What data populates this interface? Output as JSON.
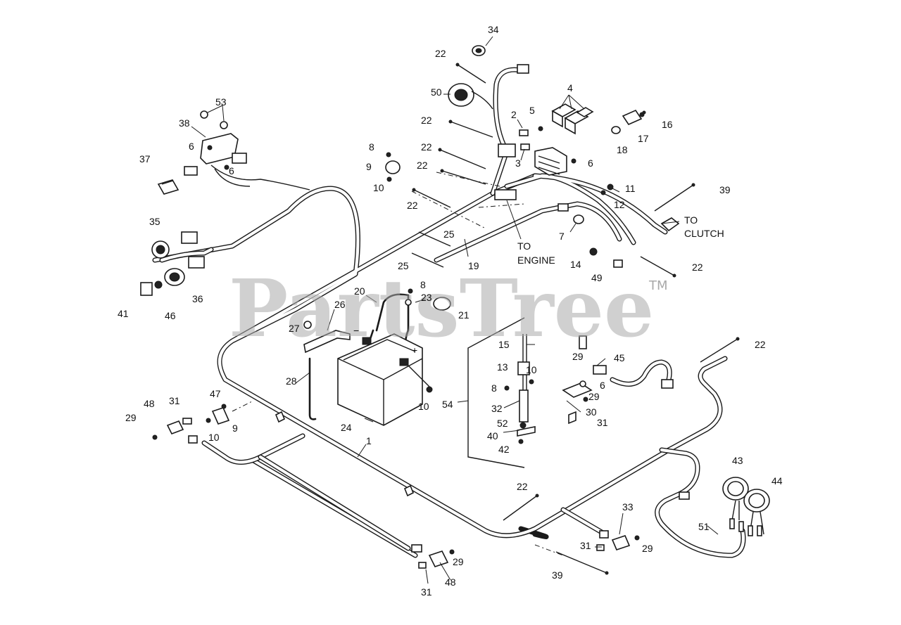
{
  "watermark": {
    "text": "PartsTree",
    "trademark": "TM"
  },
  "notes": {
    "to_clutch": [
      "TO",
      "CLUTCH"
    ],
    "to_engine": [
      "TO",
      "ENGINE"
    ],
    "minus": "−",
    "plus": "+"
  },
  "callouts": [
    {
      "id": "c34a",
      "text": "34"
    },
    {
      "id": "c22a",
      "text": "22"
    },
    {
      "id": "c50",
      "text": "50"
    },
    {
      "id": "c4",
      "text": "4"
    },
    {
      "id": "c5",
      "text": "5"
    },
    {
      "id": "c2",
      "text": "2"
    },
    {
      "id": "c22b",
      "text": "22"
    },
    {
      "id": "c16",
      "text": "16"
    },
    {
      "id": "c17",
      "text": "17"
    },
    {
      "id": "c18",
      "text": "18"
    },
    {
      "id": "c53",
      "text": "53"
    },
    {
      "id": "c38",
      "text": "38"
    },
    {
      "id": "c6a",
      "text": "6"
    },
    {
      "id": "c6b",
      "text": "6"
    },
    {
      "id": "c37",
      "text": "37"
    },
    {
      "id": "c8a",
      "text": "8"
    },
    {
      "id": "c22c",
      "text": "22"
    },
    {
      "id": "c9a",
      "text": "9"
    },
    {
      "id": "c22d",
      "text": "22"
    },
    {
      "id": "c3",
      "text": "3"
    },
    {
      "id": "c6c",
      "text": "6"
    },
    {
      "id": "c10a",
      "text": "10"
    },
    {
      "id": "c11",
      "text": "11"
    },
    {
      "id": "c39a",
      "text": "39"
    },
    {
      "id": "c22e",
      "text": "22"
    },
    {
      "id": "c12",
      "text": "12"
    },
    {
      "id": "c35",
      "text": "35"
    },
    {
      "id": "c25a",
      "text": "25"
    },
    {
      "id": "c7",
      "text": "7"
    },
    {
      "id": "c25b",
      "text": "25"
    },
    {
      "id": "c19",
      "text": "19"
    },
    {
      "id": "c14",
      "text": "14"
    },
    {
      "id": "c22f",
      "text": "22"
    },
    {
      "id": "c49",
      "text": "49"
    },
    {
      "id": "c36",
      "text": "36"
    },
    {
      "id": "c41",
      "text": "41"
    },
    {
      "id": "c46",
      "text": "46"
    },
    {
      "id": "c20",
      "text": "20"
    },
    {
      "id": "c8b",
      "text": "8"
    },
    {
      "id": "c23",
      "text": "23"
    },
    {
      "id": "c26",
      "text": "26"
    },
    {
      "id": "c21",
      "text": "21"
    },
    {
      "id": "c27",
      "text": "27"
    },
    {
      "id": "c22g",
      "text": "22"
    },
    {
      "id": "c15",
      "text": "15"
    },
    {
      "id": "c29a",
      "text": "29"
    },
    {
      "id": "c45",
      "text": "45"
    },
    {
      "id": "c13",
      "text": "13"
    },
    {
      "id": "c10b",
      "text": "10"
    },
    {
      "id": "c6d",
      "text": "6"
    },
    {
      "id": "c28",
      "text": "28"
    },
    {
      "id": "c8c",
      "text": "8"
    },
    {
      "id": "c29b",
      "text": "29"
    },
    {
      "id": "c47",
      "text": "47"
    },
    {
      "id": "c10c",
      "text": "10"
    },
    {
      "id": "c54",
      "text": "54"
    },
    {
      "id": "c32",
      "text": "32"
    },
    {
      "id": "c30",
      "text": "30"
    },
    {
      "id": "c48a",
      "text": "48"
    },
    {
      "id": "c31a",
      "text": "31"
    },
    {
      "id": "c52",
      "text": "52"
    },
    {
      "id": "c31b",
      "text": "31"
    },
    {
      "id": "c29c",
      "text": "29"
    },
    {
      "id": "c9b",
      "text": "9"
    },
    {
      "id": "c24",
      "text": "24"
    },
    {
      "id": "c40",
      "text": "40"
    },
    {
      "id": "c10d",
      "text": "10"
    },
    {
      "id": "c42",
      "text": "42"
    },
    {
      "id": "c1",
      "text": "1"
    },
    {
      "id": "c43",
      "text": "43"
    },
    {
      "id": "c44",
      "text": "44"
    },
    {
      "id": "c22h",
      "text": "22"
    },
    {
      "id": "c33",
      "text": "33"
    },
    {
      "id": "c51",
      "text": "51"
    },
    {
      "id": "c31c",
      "text": "31"
    },
    {
      "id": "c29d",
      "text": "29"
    },
    {
      "id": "c29e",
      "text": "29"
    },
    {
      "id": "c48b",
      "text": "48"
    },
    {
      "id": "c39b",
      "text": "39"
    },
    {
      "id": "c31d",
      "text": "31"
    }
  ]
}
